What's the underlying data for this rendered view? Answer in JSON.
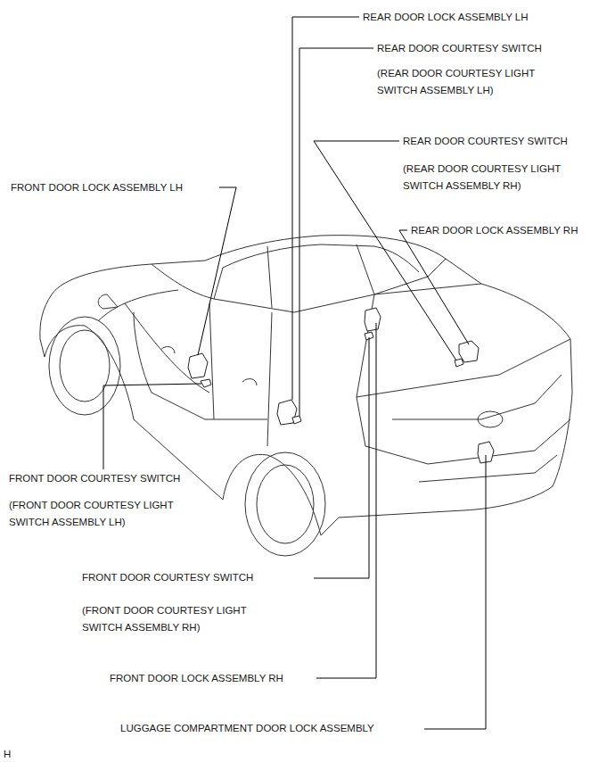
{
  "diagram": {
    "labels": [
      "REAR DOOR LOCK ASSEMBLY LH",
      "REAR DOOR COURTESY SWITCH",
      "(REAR DOOR COURTESY LIGHT SWITCH ASSEMBLY LH)",
      "REAR DOOR COURTESY SWITCH",
      "(REAR DOOR COURTESY LIGHT SWITCH ASSEMBLY RH)",
      "FRONT DOOR LOCK ASSEMBLY LH",
      "REAR DOOR LOCK ASSEMBLY RH",
      "FRONT DOOR COURTESY SWITCH",
      "(FRONT DOOR COURTESY LIGHT SWITCH ASSEMBLY LH)",
      "FRONT DOOR COURTESY SWITCH",
      "(FRONT DOOR COURTESY LIGHT SWITCH ASSEMBLY RH)",
      "FRONT DOOR LOCK ASSEMBLY RH",
      "LUGGAGE COMPARTMENT DOOR LOCK ASSEMBLY",
      "H"
    ]
  }
}
